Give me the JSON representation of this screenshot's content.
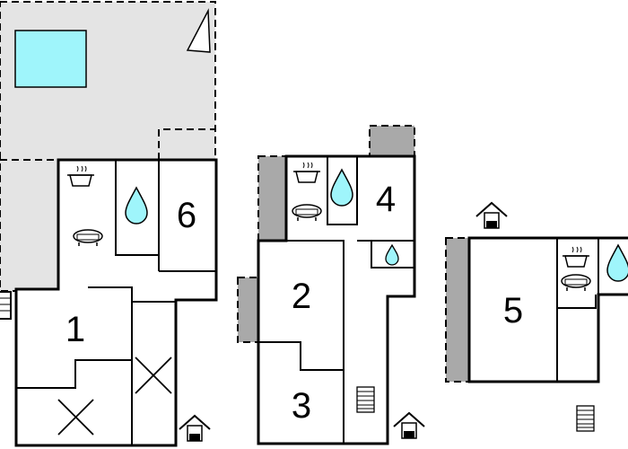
{
  "rooms": {
    "r1": "1",
    "r2": "2",
    "r3": "3",
    "r4": "4",
    "r5": "5",
    "r6": "6"
  },
  "colors": {
    "terrace": "#e4e4e4",
    "balcony": "#a9a9a9",
    "pool": "#9ff5fb",
    "water": "#9ff5fb",
    "wall": "#000000"
  },
  "icons": [
    "pool-icon",
    "north-arrow-icon",
    "stove-icon",
    "sofa-icon",
    "bathroom-drop-icon",
    "stairs-icon",
    "entrance-icon",
    "bed-cross-icon"
  ]
}
